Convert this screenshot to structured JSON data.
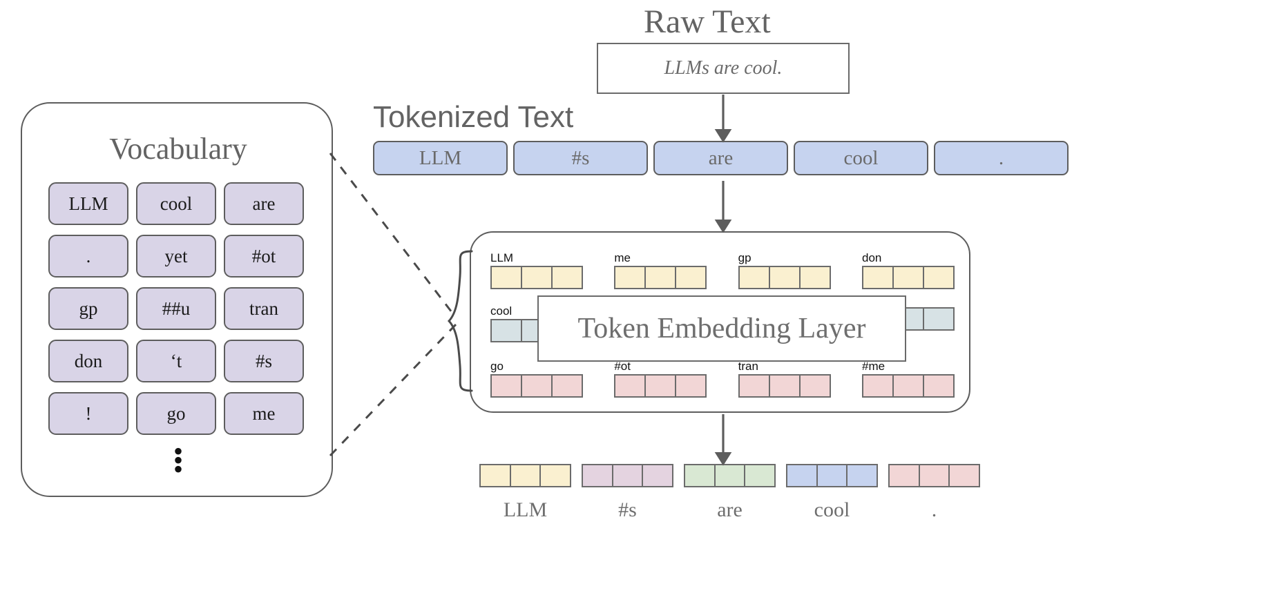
{
  "diagram": {
    "title_raw_text": "Raw Text",
    "title_tokenized_text": "Tokenized Text",
    "title_vocabulary": "Vocabulary",
    "embedding_layer_label": "Token Embedding Layer",
    "ellipsis": "⋮"
  },
  "raw_text": {
    "value": "LLMs are cool."
  },
  "tokenized_text": {
    "tokens": [
      "LLM",
      "#s",
      "are",
      "cool",
      "."
    ]
  },
  "vocabulary": {
    "title": "Vocabulary",
    "entries": [
      "LLM",
      "cool",
      "are",
      ".",
      "yet",
      "#ot",
      "gp",
      "##u",
      "tran",
      "don",
      "‘t",
      "#s",
      "!",
      "go",
      "me"
    ],
    "more_indicator": "⋮"
  },
  "embedding_layer": {
    "label": "Token Embedding Layer",
    "rows": [
      {
        "color": "#faf0d0",
        "items": [
          {
            "label": "LLM",
            "cells": 3
          },
          {
            "label": "me",
            "cells": 3
          },
          {
            "label": "gp",
            "cells": 3
          },
          {
            "label": "don",
            "cells": 3
          }
        ]
      },
      {
        "color": "#d7e2e5",
        "items": [
          {
            "label": "cool",
            "cells": 3
          },
          {
            "label": "",
            "cells": 3
          },
          {
            "label": "",
            "cells": 3
          },
          {
            "label": "",
            "cells": 3
          }
        ]
      },
      {
        "color": "#f2d6d6",
        "items": [
          {
            "label": "go",
            "cells": 3
          },
          {
            "label": "#ot",
            "cells": 3
          },
          {
            "label": "tran",
            "cells": 3
          },
          {
            "label": "#me",
            "cells": 3
          }
        ]
      }
    ]
  },
  "output_embeddings": {
    "items": [
      {
        "label": "LLM",
        "color": "#faf0d0",
        "cells": 3
      },
      {
        "label": "#s",
        "color": "#e4d3e0",
        "cells": 3
      },
      {
        "label": "are",
        "color": "#d9e8d3",
        "cells": 3
      },
      {
        "label": "cool",
        "color": "#c6d3ef",
        "cells": 3
      },
      {
        "label": ".",
        "color": "#f2d6d6",
        "cells": 3
      }
    ]
  },
  "colors": {
    "stroke": "#5d5d5d",
    "text_gray": "#6a6a6a",
    "vocab_fill": "#d9d4e7",
    "token_fill": "#c6d3ef",
    "emb_yellow": "#faf0d0",
    "emb_bluegray": "#d7e2e5",
    "emb_pink": "#f2d6d6"
  }
}
